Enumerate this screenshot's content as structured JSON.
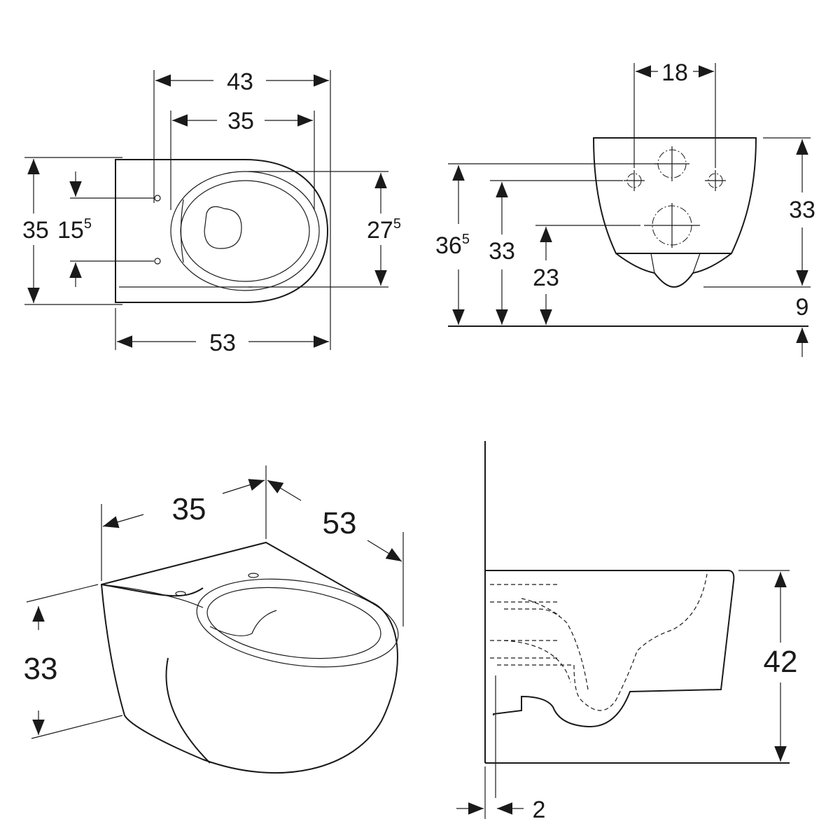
{
  "top_view": {
    "width_overall": "43",
    "seat_width": "35",
    "length": "53",
    "height_total": "35",
    "fixing_distance": "15",
    "fixing_distance_sup": "5",
    "bowl_depth": "27",
    "bowl_depth_sup": "5"
  },
  "front_view": {
    "bolt_spacing": "18",
    "height_outlet": "36",
    "height_outlet_sup": "5",
    "bolt_height": "33",
    "drain_height": "23",
    "body_height": "33",
    "bottom_offset": "9"
  },
  "iso_view": {
    "width": "35",
    "depth": "53",
    "height": "33"
  },
  "side_view": {
    "rim_height": "42",
    "wall_gap": "2"
  }
}
